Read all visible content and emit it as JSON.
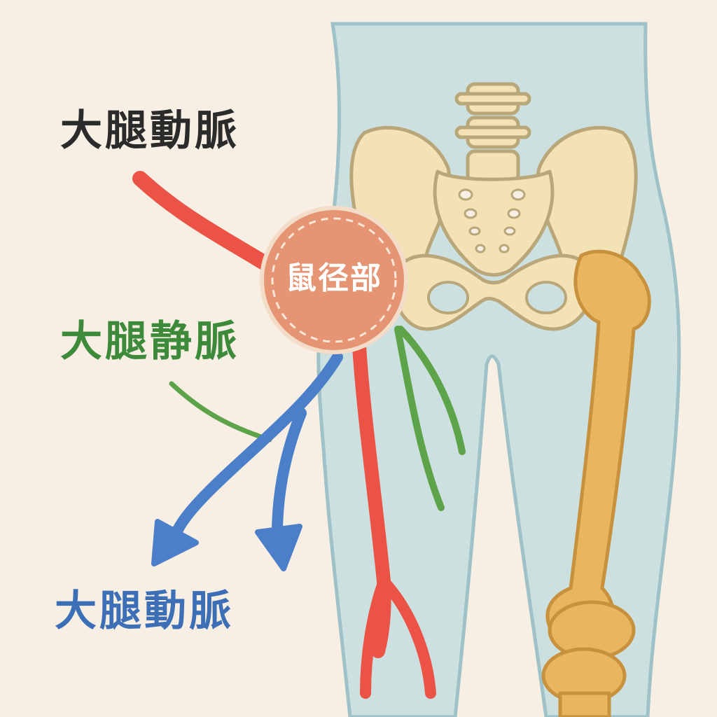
{
  "labels": {
    "top": {
      "text": "大腿動脈",
      "color": "#2b2b2b"
    },
    "middle": {
      "text": "大腿静脈",
      "color": "#3c8a3a"
    },
    "bottom": {
      "text": "大腿動脈",
      "color": "#3d6fb7"
    }
  },
  "hub": {
    "text": "鼠径部",
    "color": "#ffffff",
    "fill": "#e59573",
    "stroke": "#f3dcc8"
  },
  "colors": {
    "background": "#f7efe4",
    "body": "#cde0e0",
    "body_outline": "#9fc1c8",
    "artery": "#ea5345",
    "vein": "#4b7fc9",
    "nerve": "#5da34a",
    "bone": "#f2e2b5",
    "bone_outline": "#b9a77a",
    "femur": "#e8b65f",
    "femur_outline": "#c8913d"
  }
}
